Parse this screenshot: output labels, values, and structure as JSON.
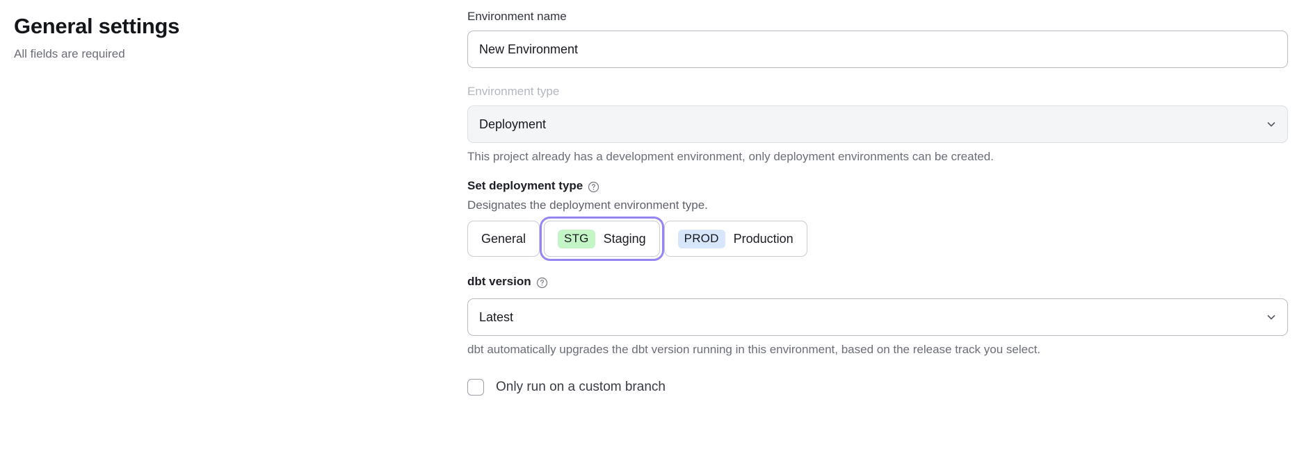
{
  "header": {
    "title": "General settings",
    "subtitle": "All fields are required"
  },
  "form": {
    "environment_name": {
      "label": "Environment name",
      "value": "New Environment",
      "placeholder": "Environment name"
    },
    "environment_type": {
      "label": "Environment type",
      "value": "Deployment",
      "disabled": true,
      "hint": "This project already has a development environment, only deployment environments can be created.",
      "chevron_icon": "chevron-down-icon"
    },
    "deployment_type": {
      "label": "Set deployment type",
      "help_icon": "help-circle-icon",
      "description": "Designates the deployment environment type.",
      "options": [
        {
          "badge": "",
          "label": "General",
          "selected": false,
          "focused": false,
          "badge_color": ""
        },
        {
          "badge": "STG",
          "label": "Staging",
          "selected": true,
          "focused": true,
          "badge_color": "#c4f5c6"
        },
        {
          "badge": "PROD",
          "label": "Production",
          "selected": false,
          "focused": false,
          "badge_color": "#d8e6fb"
        }
      ]
    },
    "dbt_version": {
      "label": "dbt version",
      "help_icon": "help-circle-icon",
      "value": "Latest",
      "hint": "dbt automatically upgrades the dbt version running in this environment, based on the release track you select.",
      "chevron_icon": "chevron-down-icon"
    },
    "custom_branch": {
      "label": "Only run on a custom branch",
      "checked": false
    }
  },
  "colors": {
    "focus_ring": "#9485f2",
    "staging_badge": "#c4f5c6",
    "production_badge": "#d8e6fb",
    "border": "#b9bbc2",
    "muted_text": "#6b6d76"
  }
}
